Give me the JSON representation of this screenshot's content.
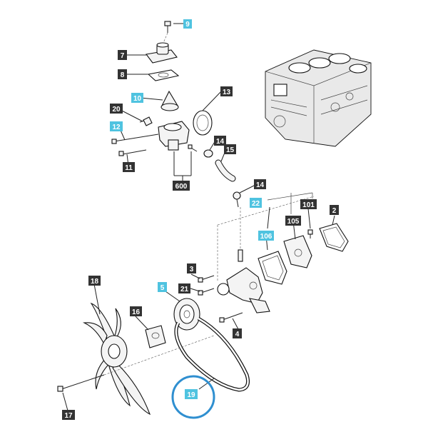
{
  "labels": [
    {
      "id": "9",
      "style": "cyan"
    },
    {
      "id": "7",
      "style": "dark"
    },
    {
      "id": "8",
      "style": "dark"
    },
    {
      "id": "10",
      "style": "cyan"
    },
    {
      "id": "13",
      "style": "dark"
    },
    {
      "id": "20",
      "style": "dark"
    },
    {
      "id": "12",
      "style": "cyan"
    },
    {
      "id": "14",
      "style": "dark"
    },
    {
      "id": "15",
      "style": "dark"
    },
    {
      "id": "11",
      "style": "dark"
    },
    {
      "id": "600",
      "style": "dark"
    },
    {
      "id": "14",
      "style": "dark"
    },
    {
      "id": "22",
      "style": "cyan"
    },
    {
      "id": "101",
      "style": "dark"
    },
    {
      "id": "2",
      "style": "dark"
    },
    {
      "id": "105",
      "style": "dark"
    },
    {
      "id": "106",
      "style": "cyan"
    },
    {
      "id": "3",
      "style": "dark"
    },
    {
      "id": "18",
      "style": "dark"
    },
    {
      "id": "5",
      "style": "cyan"
    },
    {
      "id": "21",
      "style": "dark"
    },
    {
      "id": "16",
      "style": "dark"
    },
    {
      "id": "4",
      "style": "dark"
    },
    {
      "id": "19",
      "style": "cyan"
    },
    {
      "id": "17",
      "style": "dark"
    }
  ],
  "colors": {
    "cyan_label": "#4fc3e0",
    "dark_label": "#333333",
    "highlight_circle": "#2f8fd0",
    "line": "#222222"
  },
  "highlight": {
    "label": "19"
  }
}
